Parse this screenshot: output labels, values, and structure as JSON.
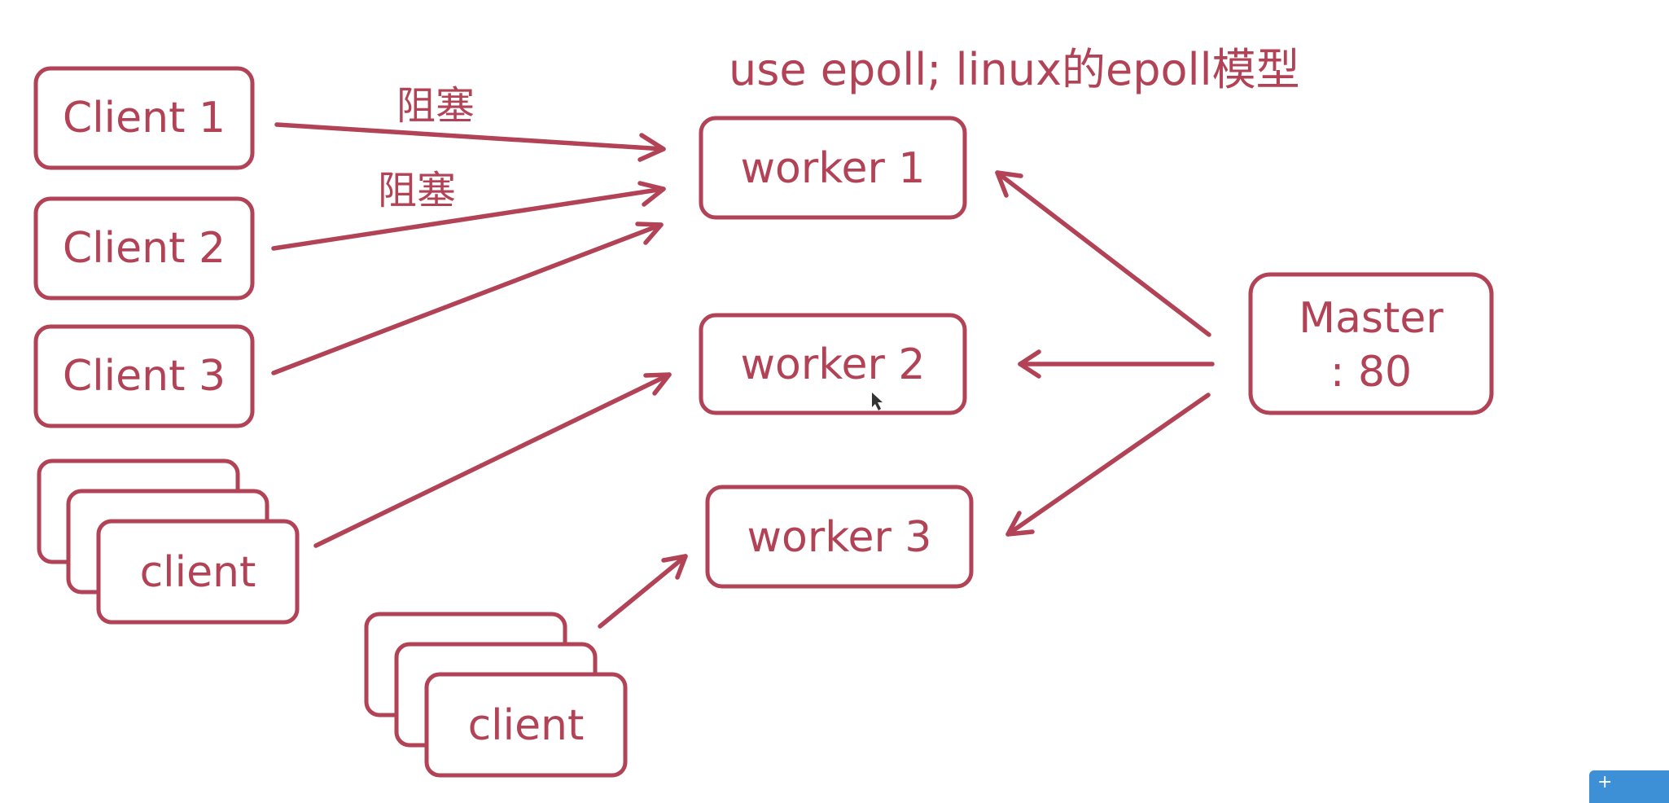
{
  "title": "use epoll; linux的epoll模型",
  "nodes": {
    "client1": "Client 1",
    "client2": "Client 2",
    "client3": "Client 3",
    "client_group_a": "client",
    "client_group_b": "client",
    "worker1": "worker 1",
    "worker2": "worker 2",
    "worker3": "worker 3",
    "master_line1": "Master",
    "master_line2": ": 80"
  },
  "edge_labels": {
    "client1_to_worker1": "阻塞",
    "client2_to_worker1": "阻塞"
  },
  "colors": {
    "accent": "#b24255",
    "corner_widget": "#3d8fd6"
  },
  "corner_widget": {
    "icon": "plus-icon"
  }
}
